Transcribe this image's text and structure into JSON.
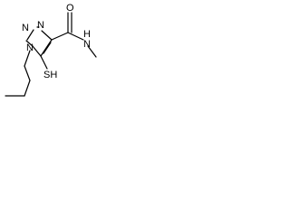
{
  "molecule": {
    "atoms": {
      "N_a": "N",
      "N_b": "N",
      "N_c": "N",
      "O": "O",
      "NH": "H",
      "N_amide": "N",
      "SH": "SH"
    }
  }
}
